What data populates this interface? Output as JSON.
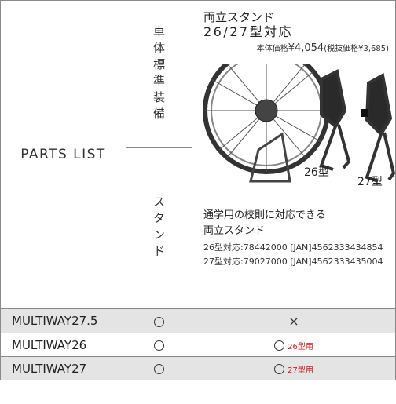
{
  "header": {
    "parts_list": "PARTS LIST",
    "standard_equipment": "車体標準装備",
    "stand_category": "スタンド"
  },
  "product": {
    "name": "両立スタンド",
    "size": "26/27型対応",
    "price_label": "本体価格",
    "price": "¥4,054",
    "tax_note": "(税抜価格¥3,685)",
    "label_26": "26型",
    "label_27": "27型",
    "description_line1": "通学用の校則に対応できる",
    "description_line2": "両立スタンド",
    "code_26": "26型対応:78442000 [JAN]4562333434854",
    "code_27": "27型対応:79027000 [JAN]4562333435004"
  },
  "rows": [
    {
      "model": "MULTIWAY27.5",
      "standard": "○",
      "compat": "×",
      "compat_note": ""
    },
    {
      "model": "MULTIWAY26",
      "standard": "○",
      "compat": "○",
      "compat_note": "26型用"
    },
    {
      "model": "MULTIWAY27",
      "standard": "○",
      "compat": "○",
      "compat_note": "27型用"
    }
  ],
  "colors": {
    "shade": "#e4e4e4",
    "border": "#8a8a8a",
    "note_red": "#d11a1a"
  }
}
